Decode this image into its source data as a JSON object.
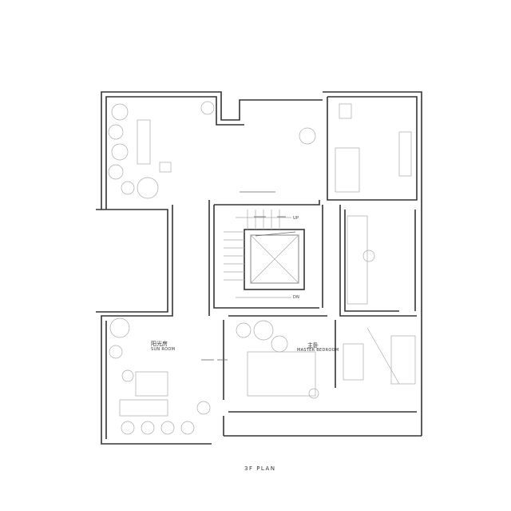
{
  "plan": {
    "title": "3F PLAN",
    "rooms": [
      {
        "name_cn": "阳光房",
        "name_en": "SUN ROOM"
      },
      {
        "name_cn": "主卧",
        "name_en": "MASTER BEDROOM"
      }
    ],
    "stair": {
      "up": "UP",
      "down": "DN"
    }
  }
}
